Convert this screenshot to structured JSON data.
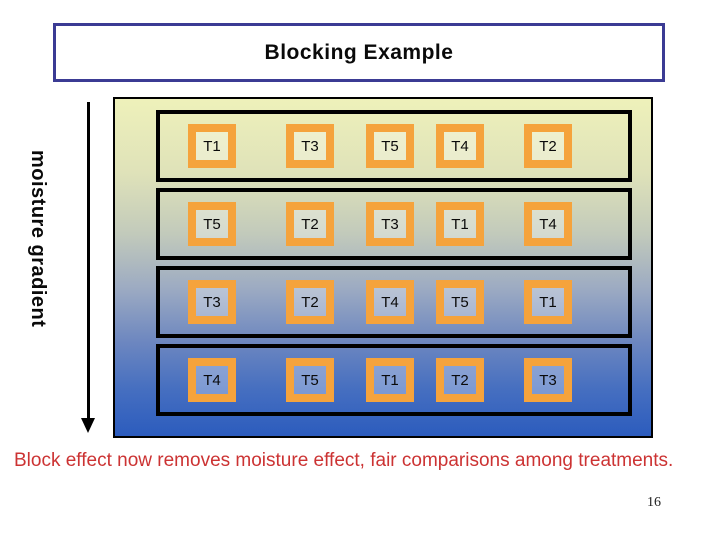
{
  "slide": {
    "title": "Blocking Example",
    "gradient_label": "moisture gradient",
    "caption": "Block effect now removes moisture effect, fair comparisons among treatments.",
    "page_number": "16"
  },
  "diagram": {
    "description": "randomized complete block design field layout, 4 blocks x 5 treatments",
    "blocks": [
      {
        "cells": [
          "T1",
          "T3",
          "T5",
          "T4",
          "T2"
        ]
      },
      {
        "cells": [
          "T5",
          "T2",
          "T3",
          "T1",
          "T4"
        ]
      },
      {
        "cells": [
          "T3",
          "T2",
          "T4",
          "T5",
          "T1"
        ]
      },
      {
        "cells": [
          "T4",
          "T5",
          "T1",
          "T2",
          "T3"
        ]
      }
    ]
  },
  "colors": {
    "title_border": "#3b3b94",
    "caption_text": "#cc3333",
    "cell_border_orange": "#f5a33c",
    "block_border": "#000000",
    "field_gradient_top": "#eef1ba",
    "field_gradient_bottom": "#2c5cbe"
  }
}
